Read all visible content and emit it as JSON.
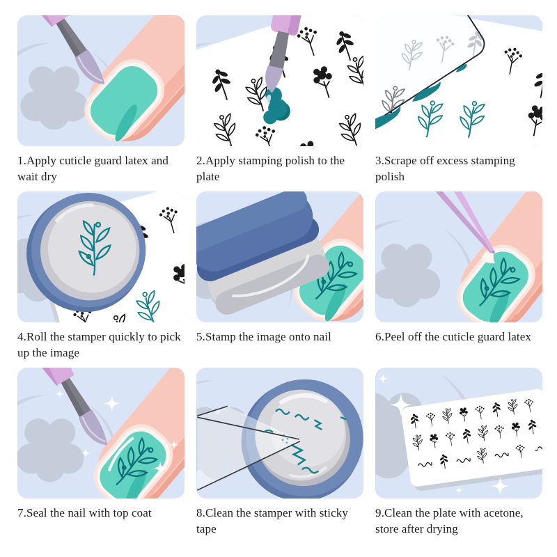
{
  "steps": [
    {
      "caption": "1.Apply cuticle guard latex and wait dry",
      "scene": "apply-cuticle-guard-latex"
    },
    {
      "caption": "2.Apply stamping polish to the plate",
      "scene": "apply-stamping-polish-to-plate"
    },
    {
      "caption": "3.Scrape off excess stamping polish",
      "scene": "scrape-off-excess-stamping-polish"
    },
    {
      "caption": "4.Roll the stamper quickly to pick up the image",
      "scene": "roll-stamper-to-pick-up-image"
    },
    {
      "caption": "5.Stamp the image onto nail",
      "scene": "stamp-image-onto-nail"
    },
    {
      "caption": "6.Peel off the cuticle guard latex",
      "scene": "peel-off-cuticle-guard-latex"
    },
    {
      "caption": "7.Seal the nail with top coat",
      "scene": "seal-nail-with-top-coat"
    },
    {
      "caption": "8.Clean the stamper with sticky tape",
      "scene": "clean-stamper-with-sticky-tape"
    },
    {
      "caption": "9.Clean the plate with acetone, store after drying",
      "scene": "clean-plate-with-acetone-store-after-drying"
    }
  ],
  "colors": {
    "page_background": "#ffffff",
    "panel_background": "#dae4f7",
    "decoration_blue": "#ccd4e4",
    "decoration_gray": "#c5ccda",
    "skin": "#f9c8bc",
    "skin_shadow": "#f5b4a6",
    "cuticle_latex": "#fbe4db",
    "nail_polish_mint": "#63d3c1",
    "nail_polish_mint_dark": "#3dbcab",
    "stamping_polish_teal": "#17828b",
    "stamp_design_teal": "#0d6f78",
    "brush_handle_lilac": "#d9addd",
    "brush_ferrule_gray": "#7e7e89",
    "brush_bristle_lavender": "#b4aac9",
    "stamper_handle_blue": "#5570a7",
    "stamper_ring_blue": "#6d88b7",
    "stamper_pad_gray": "#d6d6da",
    "plate_white": "#ffffff",
    "motif_black": "#1b1b1b",
    "sparkle_white": "#ffffff",
    "caption_text": "#1e1e1e"
  }
}
